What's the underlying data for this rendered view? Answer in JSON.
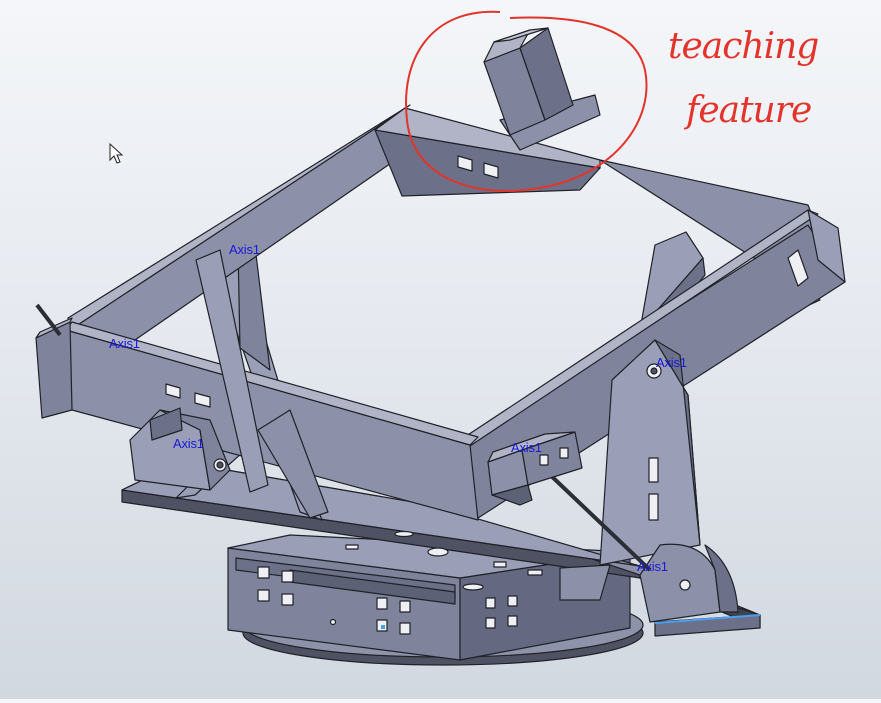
{
  "viewport": {
    "axis_label": "Axis1"
  },
  "annotation": {
    "line1": "teaching",
    "line2": "feature"
  },
  "colors": {
    "face_light": "#9a9eb6",
    "face_mid": "#7f849c",
    "face_dark": "#5d6176",
    "edge": "#202228",
    "axis_text": "#1a1ad8",
    "annotation": "#e3342b",
    "highlight": "#4aa0f0"
  },
  "icons": {
    "cursor": "mouse-pointer-icon"
  }
}
